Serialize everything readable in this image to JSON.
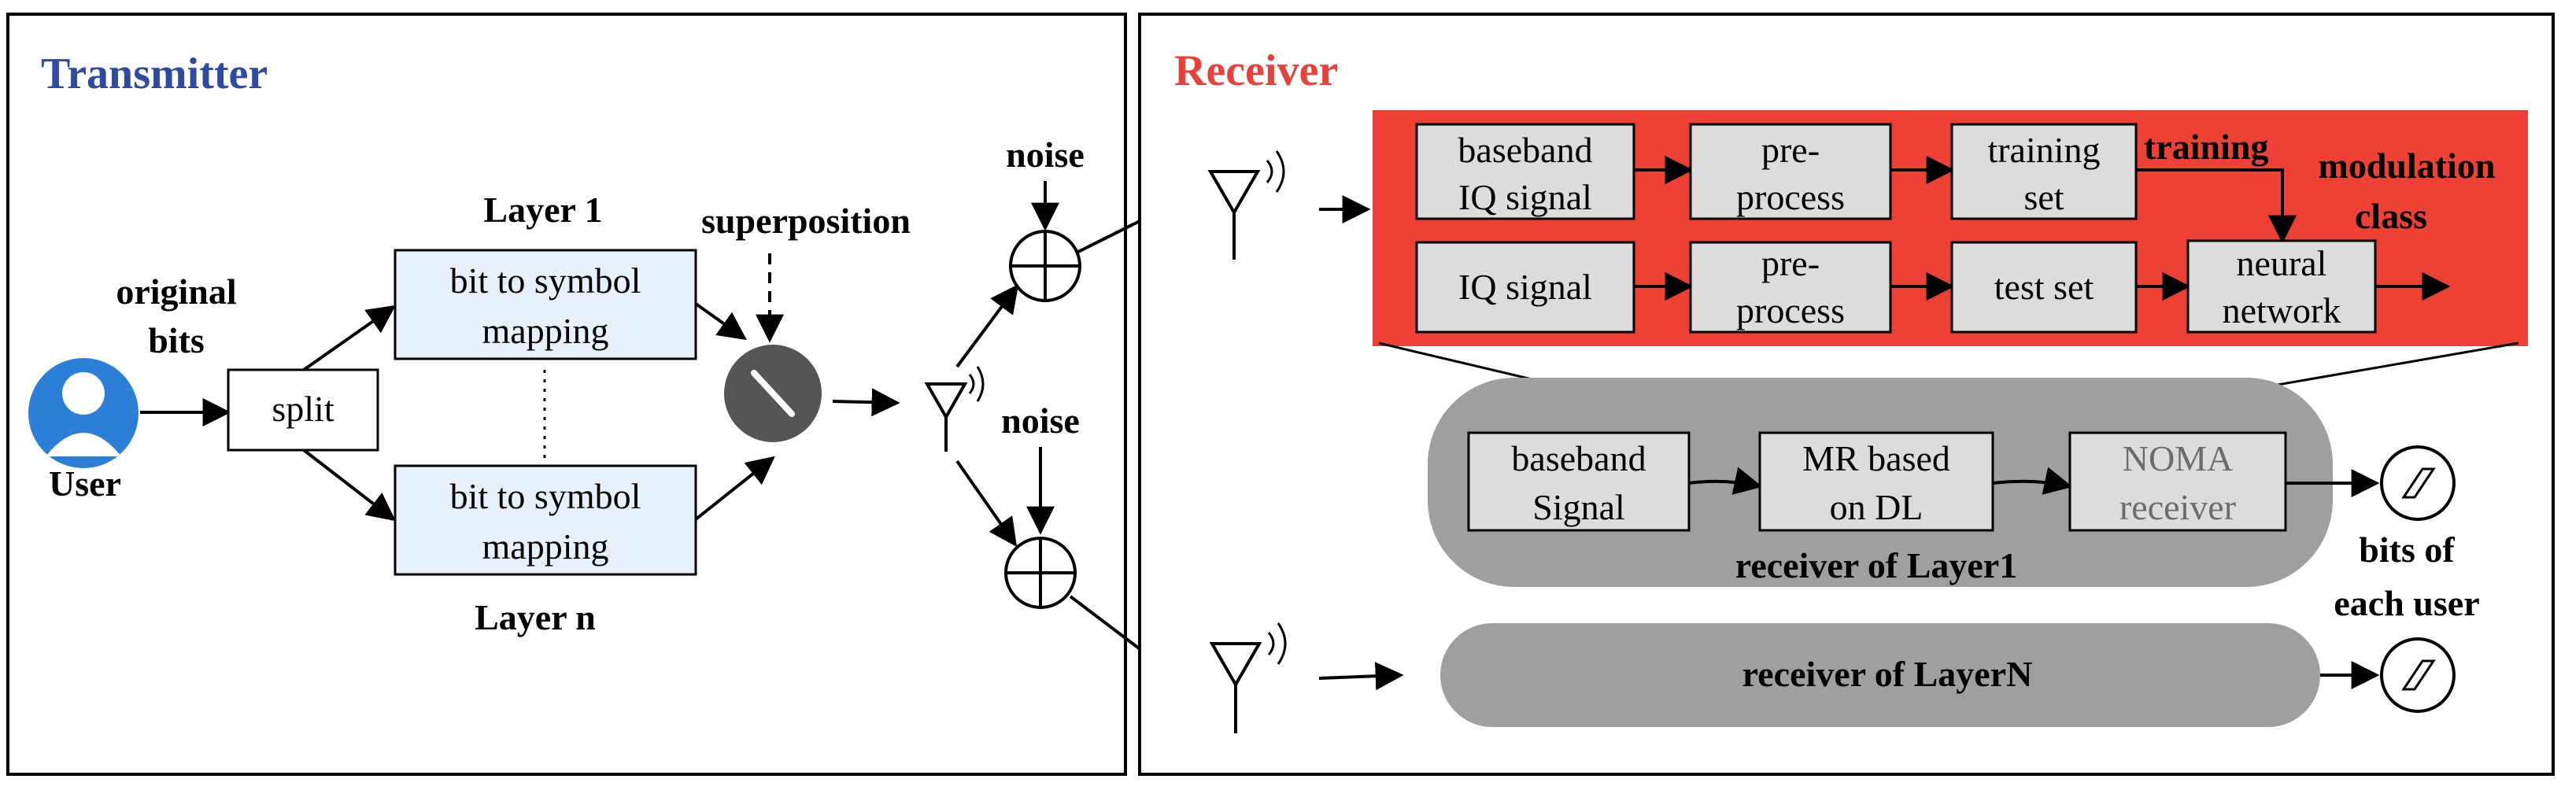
{
  "transmitter": {
    "title": "Transmitter",
    "user_label": "User",
    "original_bits": [
      "original",
      "bits"
    ],
    "split_label": "split",
    "layer1_label": "Layer 1",
    "layern_label": "Layer n",
    "mapping_box_1": [
      "bit to symbol",
      "mapping"
    ],
    "mapping_box_n": [
      "bit to symbol",
      "mapping"
    ],
    "superposition_label": "superposition"
  },
  "channel": {
    "noise_top": "noise",
    "noise_bottom": "noise"
  },
  "receiver": {
    "title": "Receiver",
    "dl_block": {
      "baseband_iq": [
        "baseband",
        "IQ signal"
      ],
      "preprocess_top": [
        "pre-",
        "process"
      ],
      "training_set": [
        "training",
        "set"
      ],
      "training_label": "training",
      "modulation_class": [
        "modulation",
        "class"
      ],
      "iq_signal": "IQ signal",
      "preprocess_bottom": [
        "pre-",
        "process"
      ],
      "test_set": "test set",
      "neural_network": [
        "neural",
        "network"
      ]
    },
    "layer1": {
      "baseband_signal": [
        "baseband",
        "Signal"
      ],
      "mr_dl": [
        "MR based",
        "on DL"
      ],
      "noma_receiver": [
        "NOMA",
        "receiver"
      ],
      "label": "receiver of Layer1"
    },
    "layerN": {
      "label": "receiver of LayerN"
    },
    "bits_each_user": [
      "bits of",
      "each user"
    ]
  },
  "colors": {
    "transmitter_title": "#2f4aa0",
    "receiver_title": "#e8413a",
    "dl_panel": "#ee4136",
    "receiver_pill": "#9f9f9f",
    "mapping_box": "#e6f1fb",
    "user_icon": "#2b7fd6",
    "superposition_node": "#555555"
  }
}
